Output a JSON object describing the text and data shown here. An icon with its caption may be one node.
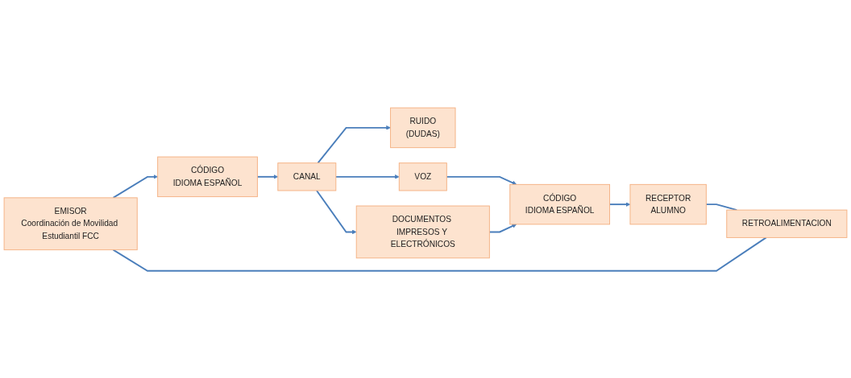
{
  "diagram": {
    "nodes": [
      {
        "text": [
          "EMISOR",
          "Coordinación de Movilidad Estudiantil FCC"
        ]
      },
      {
        "text": [
          "CÓDIGO",
          "IDIOMA ESPAÑOL"
        ]
      },
      {
        "text": [
          "CANAL"
        ]
      },
      {
        "text": [
          "RUIDO",
          "(DUDAS)"
        ]
      },
      {
        "text": [
          "VOZ"
        ]
      },
      {
        "text": [
          "DOCUMENTOS IMPRESOS Y ELECTRÓNICOS"
        ]
      },
      {
        "text": [
          "CÓDIGO",
          "IDIOMA ESPAÑOL"
        ]
      },
      {
        "text": [
          "RECEPTOR",
          "ALUMNO"
        ]
      },
      {
        "text": [
          "RETROALIMENTACION"
        ]
      }
    ],
    "edges": [
      {
        "from": 0,
        "to": 1,
        "arrow": "to"
      },
      {
        "from": 1,
        "to": 2,
        "arrow": "to"
      },
      {
        "from": 2,
        "to": 3,
        "arrow": "to"
      },
      {
        "from": 2,
        "to": 4,
        "arrow": "to"
      },
      {
        "from": 2,
        "to": 5,
        "arrow": "to"
      },
      {
        "from": 4,
        "to": 6,
        "arrow": "to"
      },
      {
        "from": 5,
        "to": 6,
        "arrow": "to"
      },
      {
        "from": 6,
        "to": 7,
        "arrow": "to"
      },
      {
        "from": 7,
        "to": 8,
        "arrow": "none"
      },
      {
        "from": 8,
        "to": 0,
        "arrow": "none"
      }
    ]
  }
}
